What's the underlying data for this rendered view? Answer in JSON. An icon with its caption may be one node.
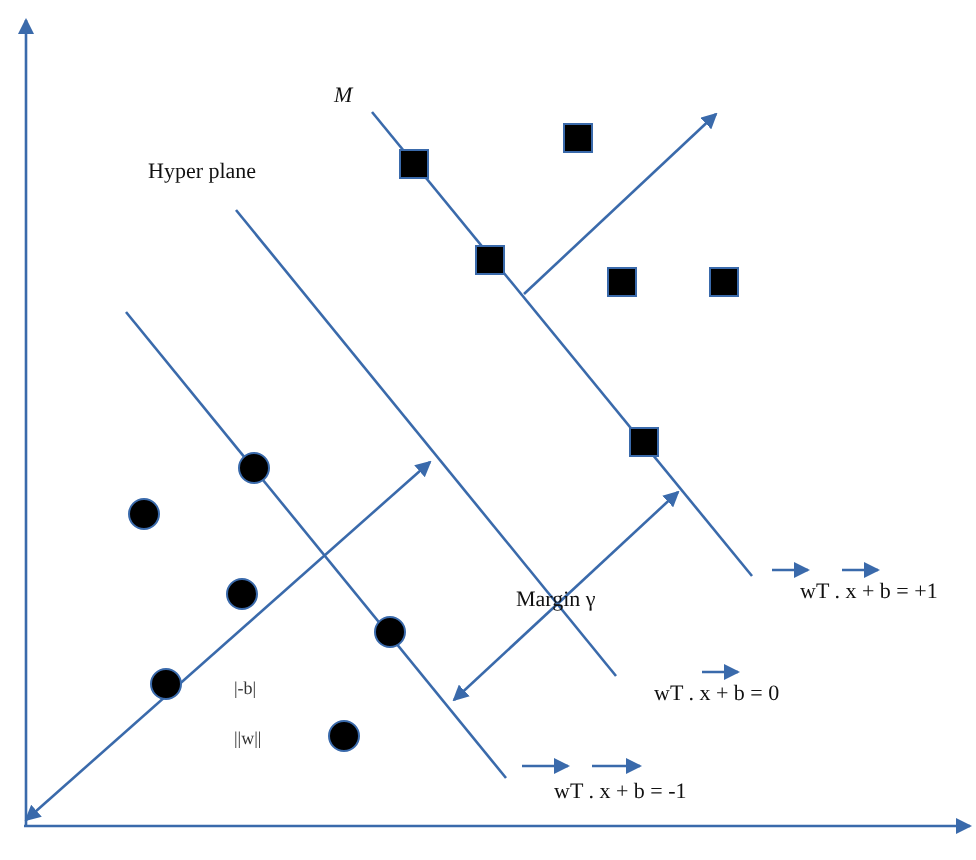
{
  "diagram": {
    "labels": [
      "M",
      "Hyper plane",
      "Margin γ",
      "wT . x + b = +1",
      "wT . x + b = 0",
      "|-b|",
      "||w||",
      "wT . x + b = -1"
    ]
  }
}
